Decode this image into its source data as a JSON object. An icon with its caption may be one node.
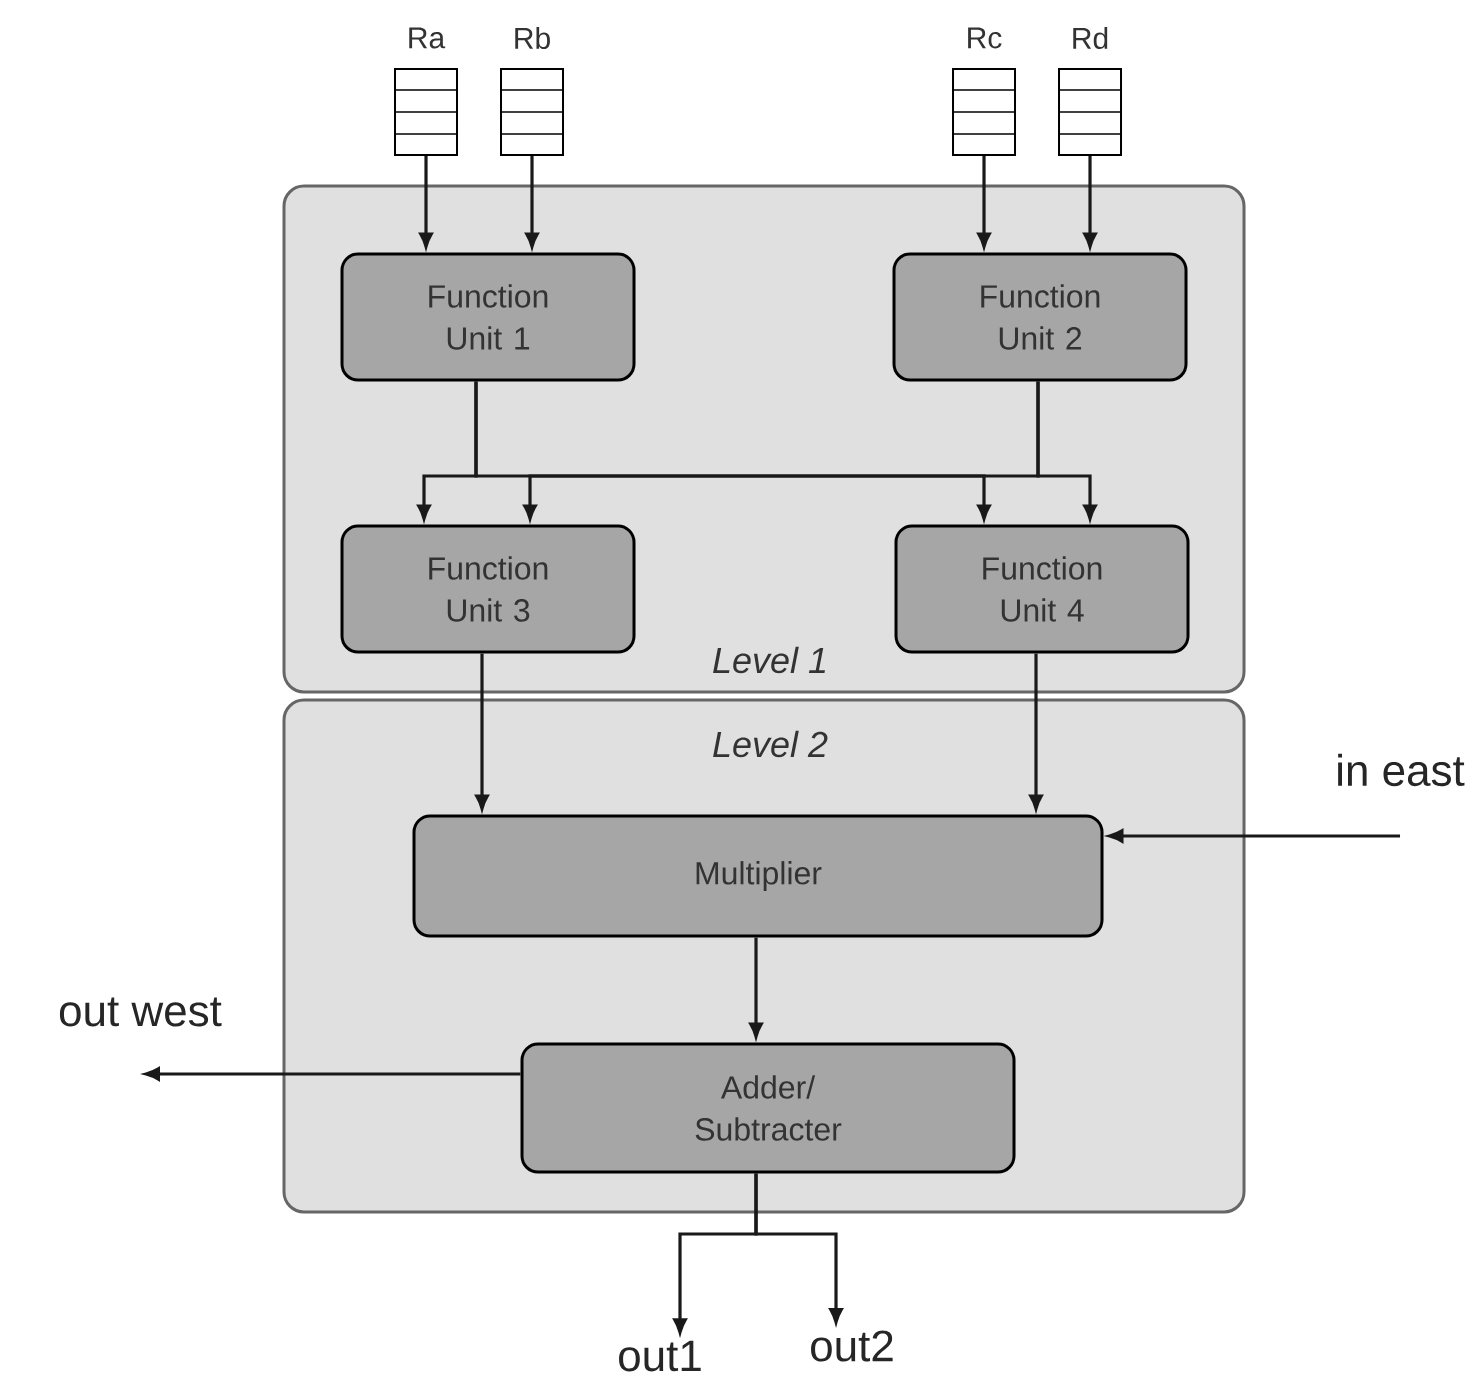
{
  "diagram": {
    "nodes": [
      {
        "text": [
          "Ra"
        ]
      },
      {
        "text": [
          "Rb"
        ]
      },
      {
        "text": [
          "Rc"
        ]
      },
      {
        "text": [
          "Rd"
        ]
      },
      {
        "text": [
          "Level 1"
        ]
      },
      {
        "text": [
          "Function Unit 1"
        ],
        "in": 4
      },
      {
        "text": [
          "Function Unit 2"
        ],
        "in": 4
      },
      {
        "text": [
          "Function Unit 3"
        ],
        "in": 4
      },
      {
        "text": [
          "Function Unit 4"
        ],
        "in": 4
      },
      {
        "text": [
          "Level 2"
        ]
      },
      {
        "text": [
          "Multiplier"
        ],
        "in": 9
      },
      {
        "text": [
          "Adder/ Subtracter"
        ],
        "in": 9
      },
      {
        "text": [
          "in east"
        ]
      },
      {
        "text": [
          "out west"
        ]
      },
      {
        "text": [
          "out1"
        ]
      },
      {
        "text": [
          "out2"
        ]
      }
    ],
    "edges": [
      {
        "from": 0,
        "to": 5,
        "arrow": "to"
      },
      {
        "from": 1,
        "to": 5,
        "arrow": "to"
      },
      {
        "from": 2,
        "to": 6,
        "arrow": "to"
      },
      {
        "from": 3,
        "to": 6,
        "arrow": "to"
      },
      {
        "from": 5,
        "to": 7,
        "arrow": "to"
      },
      {
        "from": 6,
        "to": 7,
        "arrow": "to"
      },
      {
        "from": 5,
        "to": 8,
        "arrow": "to"
      },
      {
        "from": 6,
        "to": 8,
        "arrow": "to"
      },
      {
        "from": 7,
        "to": 10,
        "arrow": "to"
      },
      {
        "from": 8,
        "to": 10,
        "arrow": "to"
      },
      {
        "from": 12,
        "to": 10,
        "arrow": "to"
      },
      {
        "from": 10,
        "to": 11,
        "arrow": "to"
      },
      {
        "from": 11,
        "to": 13,
        "arrow": "to"
      },
      {
        "from": 11,
        "to": 14,
        "arrow": "to"
      },
      {
        "from": 11,
        "to": 15,
        "arrow": "to"
      }
    ]
  }
}
